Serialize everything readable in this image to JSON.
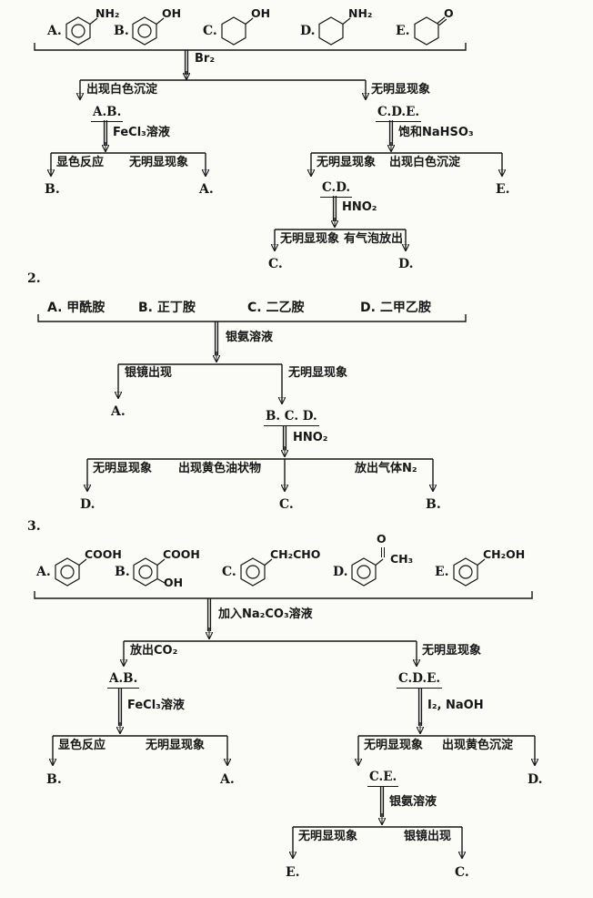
{
  "problem1": {
    "compounds": [
      {
        "label": "A.",
        "ring": "benzene",
        "substituent": "NH₂"
      },
      {
        "label": "B.",
        "ring": "benzene",
        "substituent": "OH"
      },
      {
        "label": "C.",
        "ring": "cyclohexane",
        "substituent": "OH"
      },
      {
        "label": "D.",
        "ring": "cyclohexane",
        "substituent": "NH₂"
      },
      {
        "label": "E.",
        "ring": "cyclohexanone",
        "substituent": "O"
      }
    ],
    "step1_reagent": "Br₂",
    "branch_precipitate": {
      "observation": "出现白色沉淀",
      "group": "A.B."
    },
    "branch_nochange": {
      "observation": "无明显现象",
      "group": "C.D.E."
    },
    "step2_left_reagent": "FeCl₃溶液",
    "left_color": {
      "observation": "显色反应",
      "answer": "B."
    },
    "left_none": {
      "observation": "无明显现象",
      "answer": "A."
    },
    "step2_right_reagent": "饱和NaHSO₃",
    "right_none": {
      "observation": "无明显现象",
      "group": "C.D."
    },
    "right_precipitate": {
      "observation": "出现白色沉淀",
      "answer": "E."
    },
    "step3_reagent": "HNO₂",
    "cd_none": {
      "observation": "无明显现象",
      "answer": "C."
    },
    "cd_gas": {
      "observation": "有气泡放出",
      "answer": "D."
    }
  },
  "section2_number": "2.",
  "problem2": {
    "compounds": [
      "A. 甲酰胺",
      "B. 正丁胺",
      "C. 二乙胺",
      "D. 二甲乙胺"
    ],
    "step1_reagent": "银氨溶液",
    "mirror": {
      "observation": "银镜出现",
      "answer": "A."
    },
    "nochange": {
      "observation": "无明显现象",
      "group": "B. C. D."
    },
    "step2_reagent": "HNO₂",
    "out_none": {
      "observation": "无明显现象",
      "answer": "D."
    },
    "out_oil": {
      "observation": "出现黄色油状物",
      "answer": "C."
    },
    "out_gas": {
      "observation": "放出气体N₂",
      "answer": "B."
    }
  },
  "section3_number": "3.",
  "problem3": {
    "compounds": [
      {
        "label": "A.",
        "ring": "benzene",
        "substituent": "COOH"
      },
      {
        "label": "B.",
        "ring": "benzene",
        "substituent": "COOH",
        "substituent2": "OH"
      },
      {
        "label": "C.",
        "ring": "benzene",
        "substituent": "CH₂CHO"
      },
      {
        "label": "D.",
        "ring": "benzene",
        "substituent_top": "O",
        "substituent": "CH₃"
      },
      {
        "label": "E.",
        "ring": "benzene",
        "substituent": "CH₂OH"
      }
    ],
    "step1_reagent": "加入Na₂CO₃溶液",
    "branch_gas": {
      "observation": "放出CO₂",
      "group": "A.B."
    },
    "branch_nochange": {
      "observation": "无明显现象",
      "group": "C.D.E."
    },
    "step2_left_reagent": "FeCl₃溶液",
    "left_color": {
      "observation": "显色反应",
      "answer": "B."
    },
    "left_none": {
      "observation": "无明显现象",
      "answer": "A."
    },
    "step2_right_reagent": "I₂, NaOH",
    "right_none": {
      "observation": "无明显现象",
      "group": "C.E."
    },
    "right_precipitate": {
      "observation": "出现黄色沉淀",
      "answer": "D."
    },
    "step3_reagent": "银氨溶液",
    "ce_none": {
      "observation": "无明显现象",
      "answer": "E."
    },
    "ce_mirror": {
      "observation": "银镜出现",
      "answer": "C."
    }
  }
}
